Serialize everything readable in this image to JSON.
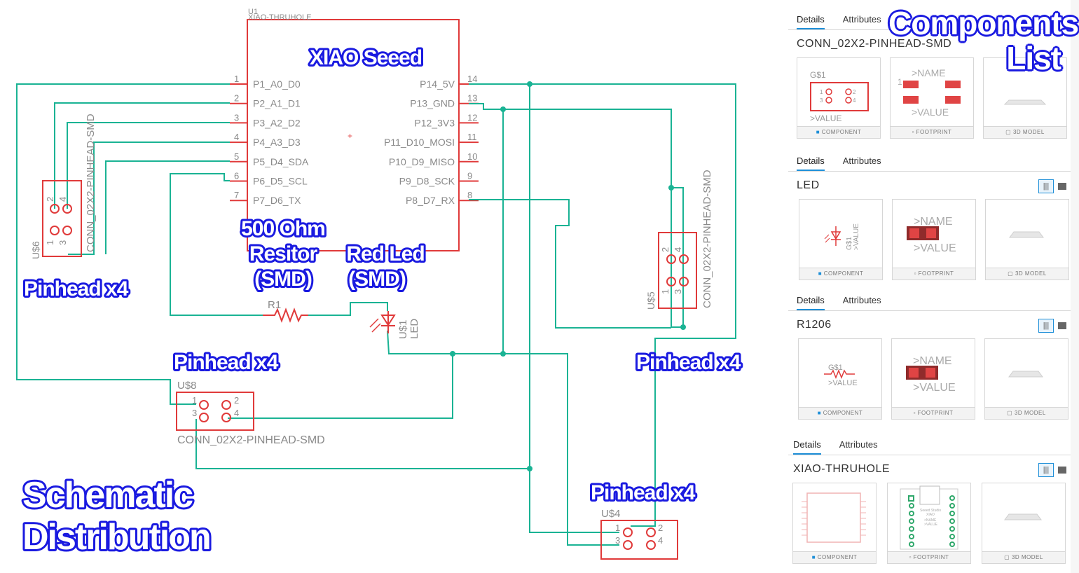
{
  "schematic": {
    "u1": {
      "ref": "U1",
      "value": "XIAO-THRUHOLE",
      "left_pins": [
        {
          "num": "1",
          "label": "P1_A0_D0"
        },
        {
          "num": "2",
          "label": "P2_A1_D1"
        },
        {
          "num": "3",
          "label": "P3_A2_D2"
        },
        {
          "num": "4",
          "label": "P4_A3_D3"
        },
        {
          "num": "5",
          "label": "P5_D4_SDA"
        },
        {
          "num": "6",
          "label": "P6_D5_SCL"
        },
        {
          "num": "7",
          "label": "P7_D6_TX"
        }
      ],
      "right_pins": [
        {
          "num": "14",
          "label": "P14_5V"
        },
        {
          "num": "13",
          "label": "P13_GND"
        },
        {
          "num": "12",
          "label": "P12_3V3"
        },
        {
          "num": "11",
          "label": "P11_D10_MOSI"
        },
        {
          "num": "10",
          "label": "P10_D9_MISO"
        },
        {
          "num": "9",
          "label": "P9_D8_SCK"
        },
        {
          "num": "8",
          "label": "P8_D7_RX"
        }
      ]
    },
    "u6": {
      "ref": "U$6",
      "value": "CONN_02X2-PINHEAD-SMD",
      "pins": [
        "2",
        "4",
        "1",
        "3"
      ]
    },
    "u5": {
      "ref": "U$5",
      "value": "CONN_02X2-PINHEAD-SMD",
      "pins": [
        "2",
        "4",
        "1",
        "3"
      ]
    },
    "u8": {
      "ref": "U$8",
      "value": "CONN_02X2-PINHEAD-SMD",
      "pins": [
        "1",
        "2",
        "3",
        "4"
      ]
    },
    "u4": {
      "ref": "U$4",
      "pins": [
        "1",
        "2",
        "3",
        "4"
      ]
    },
    "r1": {
      "ref": "R1"
    },
    "led": {
      "ref": "U$1",
      "value": "LED"
    },
    "annotations": {
      "xiao": "XIAO Seeed",
      "resistor": [
        "500 Ohm",
        "Resitor",
        "(SMD)"
      ],
      "led": [
        "Red Led",
        "(SMD)"
      ],
      "pinhead_left": "Pinhead x4",
      "pinhead_mid": "Pinhead x4",
      "pinhead_right": "Pinhead x4",
      "pinhead_bottom": "Pinhead x4",
      "schematic": [
        "Schematic",
        "Distribution"
      ]
    }
  },
  "panel": {
    "heading": [
      "Components",
      "List"
    ],
    "cards": [
      {
        "tabs": [
          "Details",
          "Attributes"
        ],
        "title": "CONN_02X2-PINHEAD-SMD",
        "tiles": [
          "COMPONENT",
          "FOOTPRINT",
          "3D MODEL"
        ],
        "symbol_name": "G$1",
        "symbol_value": ">VALUE",
        "fp_name": ">NAME",
        "fp_value": ">VALUE",
        "fp_pin": "1",
        "pins": [
          "1",
          "2",
          "3",
          "4"
        ]
      },
      {
        "tabs": [
          "Details",
          "Attributes"
        ],
        "title": "LED",
        "tiles": [
          "COMPONENT",
          "FOOTPRINT",
          "3D MODEL"
        ],
        "symbol_name": "G$1",
        "symbol_value": ">VALUE",
        "fp_name": ">NAME",
        "fp_value": ">VALUE"
      },
      {
        "tabs": [
          "Details",
          "Attributes"
        ],
        "title": "R1206",
        "tiles": [
          "COMPONENT",
          "FOOTPRINT",
          "3D MODEL"
        ],
        "symbol_name": "G$1",
        "symbol_value": ">VALUE",
        "fp_name": ">NAME",
        "fp_value": ">VALUE"
      },
      {
        "tabs": [
          "Details",
          "Attributes"
        ],
        "title": "XIAO-THRUHOLE",
        "tiles": [
          "COMPONENT",
          "FOOTPRINT",
          "3D MODEL"
        ],
        "fp_text": [
          "Seeed Studio",
          "XIAO",
          ">NAME",
          ">VALUE"
        ]
      }
    ]
  },
  "colors": {
    "wire": "#1ab394",
    "part": "#e03a3a",
    "label": "#8a8a8a",
    "accent": "#1e8fd8",
    "annotation_outline": "#1a1ae0"
  }
}
